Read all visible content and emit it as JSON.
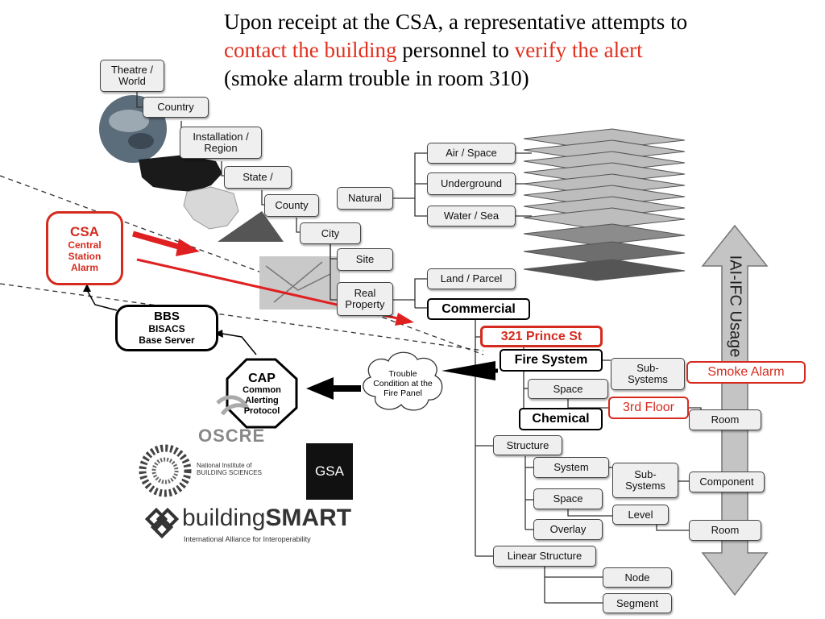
{
  "caption": {
    "part1": "Upon receipt at the CSA, a representative attempts to ",
    "highlight1": "contact the building",
    "part2": " personnel to ",
    "highlight2": "verify the alert",
    "part3": "(smoke alarm trouble in room 310)"
  },
  "hierarchy": {
    "theatre": "Theatre / World",
    "country": "Country",
    "installation": "Installation / Region",
    "state": "State /",
    "county": "County",
    "city": "City",
    "site": "Site",
    "real_property": "Real Property",
    "natural": "Natural",
    "air_space": "Air / Space",
    "underground": "Underground",
    "water_sea": "Water / Sea",
    "land_parcel": "Land / Parcel"
  },
  "building": {
    "commercial": "Commercial",
    "address": "321 Prince St",
    "fire_system": "Fire System",
    "sub_systems": "Sub-Systems",
    "smoke_alarm": "Smoke Alarm",
    "space": "Space",
    "floor": "3rd Floor",
    "room": "Room",
    "chemical": "Chemical"
  },
  "structure": {
    "structure": "Structure",
    "system": "System",
    "sub_systems": "Sub-Systems",
    "component": "Component",
    "space": "Space",
    "level": "Level",
    "overlay": "Overlay",
    "room": "Room",
    "linear_structure": "Linear Structure",
    "node": "Node",
    "segment": "Segment"
  },
  "alerting": {
    "csa_title": "CSA",
    "csa_line1": "Central",
    "csa_line2": "Station",
    "csa_line3": "Alarm",
    "bbs_title": "BBS",
    "bbs_line1": "BISACS",
    "bbs_line2": "Base Server",
    "cap_title": "CAP",
    "cap_line1": "Common",
    "cap_line2": "Alerting",
    "cap_line3": "Protocol",
    "trouble": "Trouble Condition at the Fire Panel"
  },
  "arrow_label": "IAI-IFC Usage",
  "logos": {
    "oscre": "OSCRE",
    "nibs_line1": "National Institute of",
    "nibs_line2": "BUILDING SCIENCES",
    "gsa": "GSA",
    "bs_building": "building",
    "bs_smart": "SMART",
    "bs_tagline": "International Alliance for Interoperability"
  },
  "colors": {
    "accent_red": "#d52b1e",
    "box_fill": "#efefef"
  }
}
